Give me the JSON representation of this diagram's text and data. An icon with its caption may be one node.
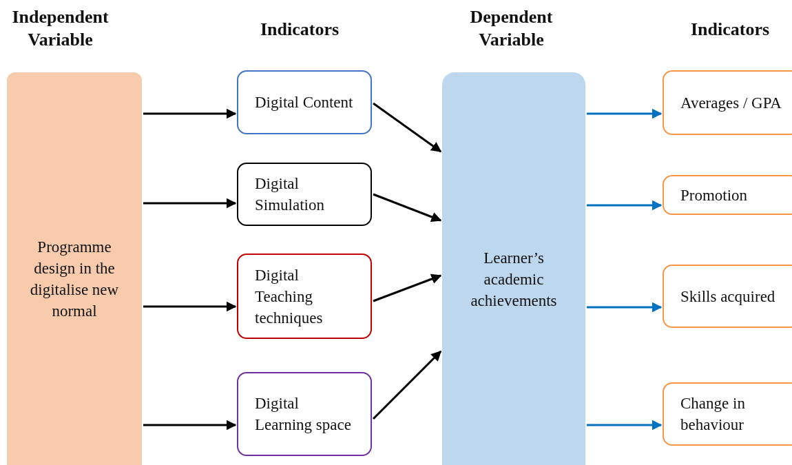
{
  "diagram": {
    "nodes": [
      {
        "text": [
          "Programme design in the digitalise new normal"
        ]
      },
      {
        "text": [
          "Digital Content"
        ]
      },
      {
        "text": [
          "Digital Simulation"
        ]
      },
      {
        "text": [
          "Digital Teaching techniques"
        ]
      },
      {
        "text": [
          "Digital Learning space"
        ]
      },
      {
        "text": [
          "Learner’s academic achievements"
        ]
      },
      {
        "text": [
          "Averages / GPA"
        ]
      },
      {
        "text": [
          "Promotion"
        ]
      },
      {
        "text": [
          "Skills acquired"
        ]
      },
      {
        "text": [
          "Change in behaviour"
        ]
      }
    ],
    "edges": [
      {
        "from": 0,
        "to": 1,
        "arrow": "to"
      },
      {
        "from": 0,
        "to": 2,
        "arrow": "to"
      },
      {
        "from": 0,
        "to": 3,
        "arrow": "to"
      },
      {
        "from": 0,
        "to": 4,
        "arrow": "to"
      },
      {
        "from": 1,
        "to": 5,
        "arrow": "to"
      },
      {
        "from": 2,
        "to": 5,
        "arrow": "to"
      },
      {
        "from": 3,
        "to": 5,
        "arrow": "to"
      },
      {
        "from": 4,
        "to": 5,
        "arrow": "to"
      },
      {
        "from": 5,
        "to": 6,
        "arrow": "to",
        "color": "#0070c0"
      },
      {
        "from": 5,
        "to": 7,
        "arrow": "to",
        "color": "#0070c0"
      },
      {
        "from": 5,
        "to": 8,
        "arrow": "to",
        "color": "#0070c0"
      },
      {
        "from": 5,
        "to": 9,
        "arrow": "to",
        "color": "#0070c0"
      }
    ],
    "labels": [
      "Independent Variable",
      "Indicators",
      "Dependent Variable",
      "Indicators"
    ]
  }
}
